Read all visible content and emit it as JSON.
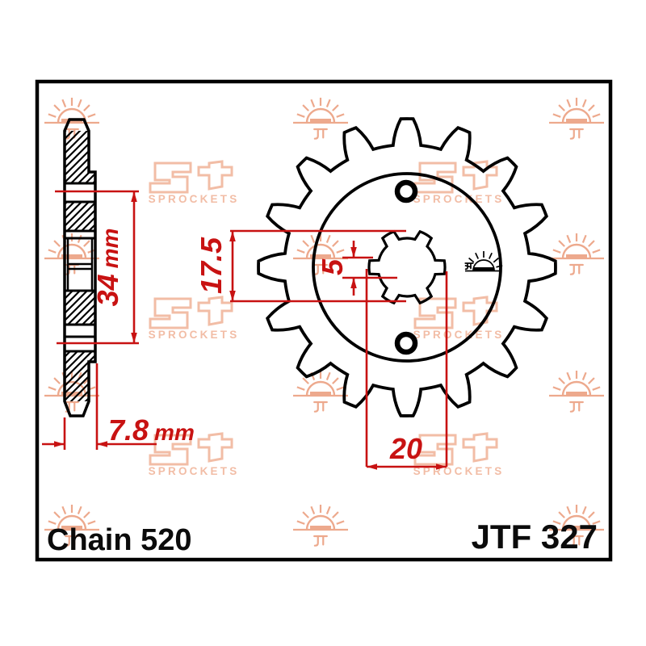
{
  "part": {
    "part_number": "JTF 327",
    "chain_label": "Chain 520",
    "teeth_count": 16,
    "spline_count": 6,
    "bolt_hole_count": 2
  },
  "dimensions": {
    "overall_length": {
      "value": "34",
      "unit": "mm"
    },
    "bore_minor_diameter": {
      "value": "17.5",
      "unit": ""
    },
    "spline_width": {
      "value": "5",
      "unit": ""
    },
    "bore_major_diameter": {
      "value": "20",
      "unit": ""
    },
    "sprocket_width": {
      "value": "7.8",
      "unit": "mm"
    }
  },
  "watermark": {
    "brand": "JT",
    "brand_sub": "SPROCKETS"
  },
  "colors": {
    "dimension_red": "#c81212",
    "line_black": "#000000",
    "watermark_peach": "#eda98d",
    "watermark_light": "#f2bda6",
    "background": "#ffffff",
    "label_black": "#0b0b0b"
  }
}
